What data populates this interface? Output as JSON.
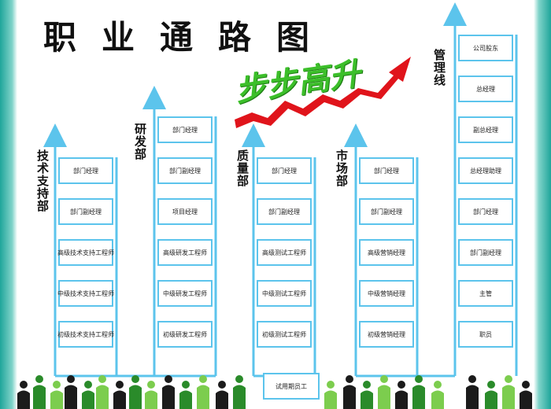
{
  "title": [
    "职",
    "业",
    "通",
    "路",
    "图"
  ],
  "slogan": "步步高升",
  "colors": {
    "line": "#5cc4ec",
    "arrow_red": "#e0141b",
    "crowd": "#2a8b2a",
    "edge": "#1fa59a"
  },
  "columns": [
    {
      "label": "技术支持部",
      "boxes": [
        "部门经理",
        "部门副经理",
        "高级技术支持工程师",
        "中级技术支持工程师",
        "初级技术支持工程师"
      ]
    },
    {
      "label": "研发部",
      "boxes": [
        "部门经理",
        "部门副经理",
        "项目经理",
        "高级研发工程师",
        "中级研发工程师",
        "初级研发工程师"
      ]
    },
    {
      "label": "质量部",
      "boxes": [
        "部门经理",
        "部门副经理",
        "高级测试工程师",
        "中级测试工程师",
        "初级测试工程师"
      ]
    },
    {
      "label": "市场部",
      "boxes": [
        "部门经理",
        "部门副经理",
        "高级营销经理",
        "中级营销经理",
        "初级营销经理"
      ]
    },
    {
      "label": "管理线",
      "boxes": [
        "公司股东",
        "总经理",
        "副总经理",
        "总经理助理",
        "部门经理",
        "部门副经理",
        "主管",
        "职员"
      ]
    }
  ],
  "entry": "试用期员工"
}
